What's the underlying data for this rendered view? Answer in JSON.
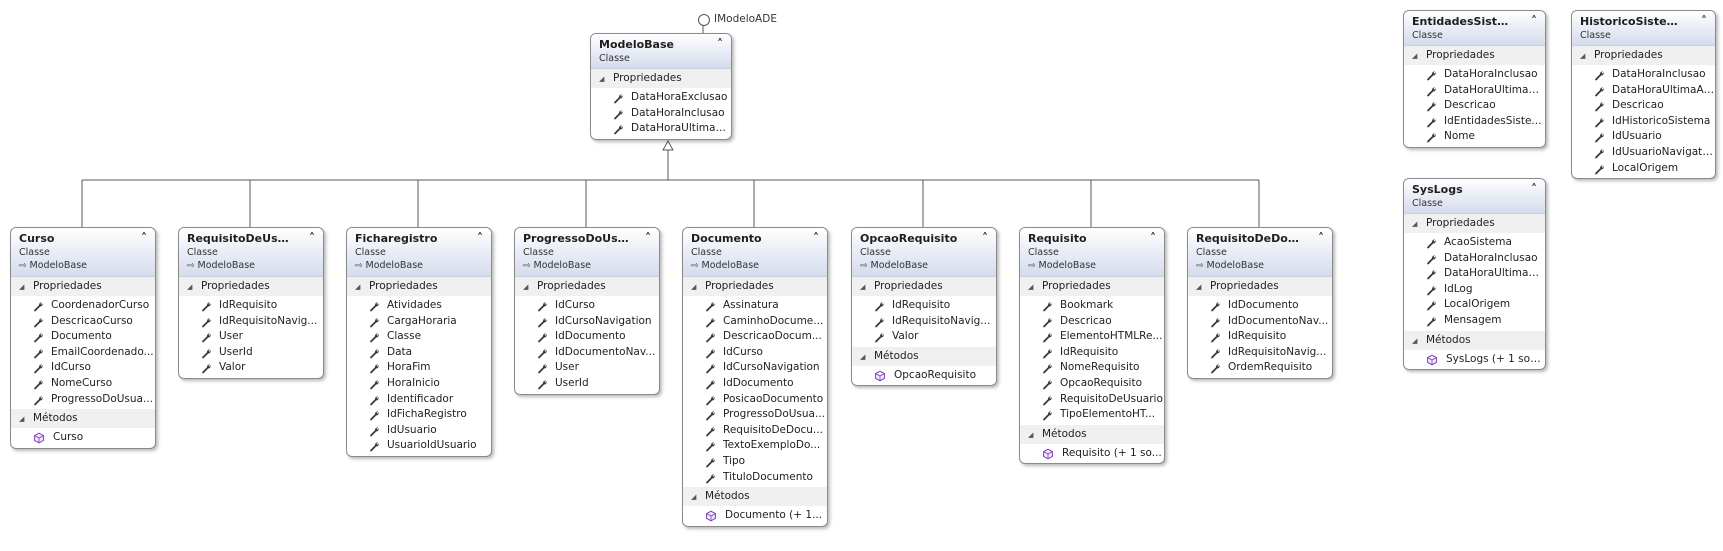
{
  "interface": {
    "name": "IModeloADE"
  },
  "boxes": [
    {
      "name": "ModeloBase",
      "stereotype": "Classe",
      "base": "",
      "sections": [
        {
          "label": "Propriedades",
          "kind": "prop",
          "items": [
            "DataHoraExclusao",
            "DataHoraInclusao",
            "DataHoraUltimaAl..."
          ]
        }
      ]
    },
    {
      "name": "EntidadesSistema",
      "stereotype": "Classe",
      "base": "",
      "sections": [
        {
          "label": "Propriedades",
          "kind": "prop",
          "items": [
            "DataHoraInclusao",
            "DataHoraUltimaAl...",
            "Descricao",
            "IdEntidadesSiste...",
            "Nome"
          ]
        }
      ]
    },
    {
      "name": "HistoricoSistema",
      "stereotype": "Classe",
      "base": "",
      "sections": [
        {
          "label": "Propriedades",
          "kind": "prop",
          "items": [
            "DataHoraInclusao",
            "DataHoraUltimaAl...",
            "Descricao",
            "IdHistoricoSistema",
            "IdUsuario",
            "IdUsuarioNavigati...",
            "LocalOrigem"
          ]
        }
      ]
    },
    {
      "name": "SysLogs",
      "stereotype": "Classe",
      "base": "",
      "sections": [
        {
          "label": "Propriedades",
          "kind": "prop",
          "items": [
            "AcaoSistema",
            "DataHoraInclusao",
            "DataHoraUltimaAl...",
            "IdLog",
            "LocalOrigem",
            "Mensagem"
          ]
        },
        {
          "label": "Métodos",
          "kind": "method",
          "items": [
            "SysLogs (+ 1 sob..."
          ]
        }
      ]
    },
    {
      "name": "Curso",
      "stereotype": "Classe",
      "base": "ModeloBase",
      "sections": [
        {
          "label": "Propriedades",
          "kind": "prop",
          "items": [
            "CoordenadorCurso",
            "DescricaoCurso",
            "Documento",
            "EmailCoordenado...",
            "IdCurso",
            "NomeCurso",
            "ProgressoDoUsua..."
          ]
        },
        {
          "label": "Métodos",
          "kind": "method",
          "items": [
            "Curso"
          ]
        }
      ]
    },
    {
      "name": "RequisitoDeUsu...",
      "stereotype": "Classe",
      "base": "ModeloBase",
      "sections": [
        {
          "label": "Propriedades",
          "kind": "prop",
          "items": [
            "IdRequisito",
            "IdRequisitoNavig...",
            "User",
            "UserId",
            "Valor"
          ]
        }
      ]
    },
    {
      "name": "Ficharegistro",
      "stereotype": "Classe",
      "base": "ModeloBase",
      "sections": [
        {
          "label": "Propriedades",
          "kind": "prop",
          "items": [
            "Atividades",
            "CargaHoraria",
            "Classe",
            "Data",
            "HoraFim",
            "HoraInicio",
            "Identificador",
            "IdFichaRegistro",
            "IdUsuario",
            "UsuarioIdUsuario"
          ]
        }
      ]
    },
    {
      "name": "ProgressoDoUsu...",
      "stereotype": "Classe",
      "base": "ModeloBase",
      "sections": [
        {
          "label": "Propriedades",
          "kind": "prop",
          "items": [
            "IdCurso",
            "IdCursoNavigation",
            "IdDocumento",
            "IdDocumentoNav...",
            "User",
            "UserId"
          ]
        }
      ]
    },
    {
      "name": "Documento",
      "stereotype": "Classe",
      "base": "ModeloBase",
      "sections": [
        {
          "label": "Propriedades",
          "kind": "prop",
          "items": [
            "Assinatura",
            "CaminhoDocume...",
            "DescricaoDocum...",
            "IdCurso",
            "IdCursoNavigation",
            "IdDocumento",
            "PosicaoDocumento",
            "ProgressoDoUsua...",
            "RequisitoDeDocu...",
            "TextoExemploDo...",
            "Tipo",
            "TituloDocumento"
          ]
        },
        {
          "label": "Métodos",
          "kind": "method",
          "items": [
            "Documento (+ 1..."
          ]
        }
      ]
    },
    {
      "name": "OpcaoRequisito",
      "stereotype": "Classe",
      "base": "ModeloBase",
      "sections": [
        {
          "label": "Propriedades",
          "kind": "prop",
          "items": [
            "IdRequisito",
            "IdRequisitoNavig...",
            "Valor"
          ]
        },
        {
          "label": "Métodos",
          "kind": "method",
          "items": [
            "OpcaoRequisito"
          ]
        }
      ]
    },
    {
      "name": "Requisito",
      "stereotype": "Classe",
      "base": "ModeloBase",
      "sections": [
        {
          "label": "Propriedades",
          "kind": "prop",
          "items": [
            "Bookmark",
            "Descricao",
            "ElementoHTMLRe...",
            "IdRequisito",
            "NomeRequisito",
            "OpcaoRequisito",
            "RequisitoDeUsuario",
            "TipoElementoHT..."
          ]
        },
        {
          "label": "Métodos",
          "kind": "method",
          "items": [
            "Requisito (+ 1 so..."
          ]
        }
      ]
    },
    {
      "name": "RequisitoDeDoc...",
      "stereotype": "Classe",
      "base": "ModeloBase",
      "sections": [
        {
          "label": "Propriedades",
          "kind": "prop",
          "items": [
            "IdDocumento",
            "IdDocumentoNav...",
            "IdRequisito",
            "IdRequisitoNavig...",
            "OrdemRequisito"
          ]
        }
      ]
    }
  ]
}
